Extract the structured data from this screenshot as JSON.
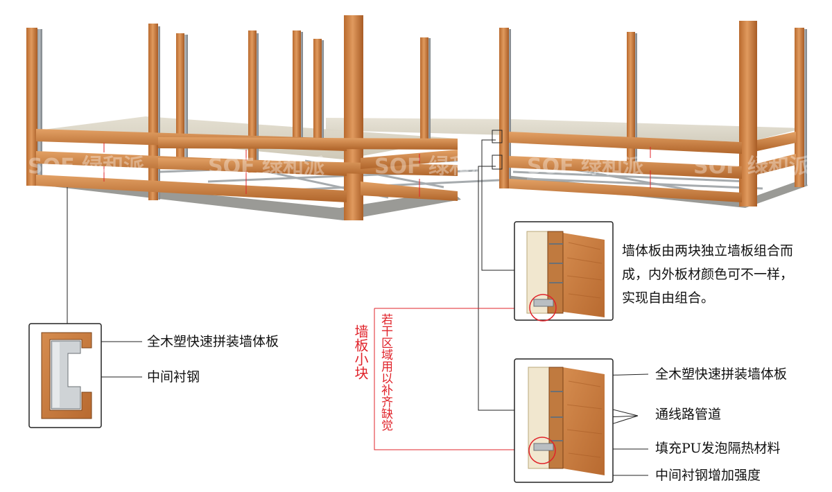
{
  "watermark": "SOF 绿和派",
  "colors": {
    "wood": "#c97a3d",
    "wood_dark": "#a95f28",
    "wood_light": "#e0a06a",
    "steel": "#8e9499",
    "floor": "#d9d4c6",
    "accent_red": "#e0232a",
    "line": "#222222"
  },
  "labels": {
    "left_wall_panel": "全木塑快速拼装墙体板",
    "left_steel": "中间衬钢",
    "description": "墙体板由两块独立墙板组合而成，内外板材颜色可不一样，实现自由组合。",
    "filler_title": "墙板小块",
    "filler_note": "若干区域用以补齐缺觉",
    "right_wall_panel": "全木塑快速拼装墙体板",
    "conduit": "通线路管道",
    "pu_foam": "填充PU发泡隔热材料",
    "steel_strength": "中间衬钢增加强度"
  }
}
